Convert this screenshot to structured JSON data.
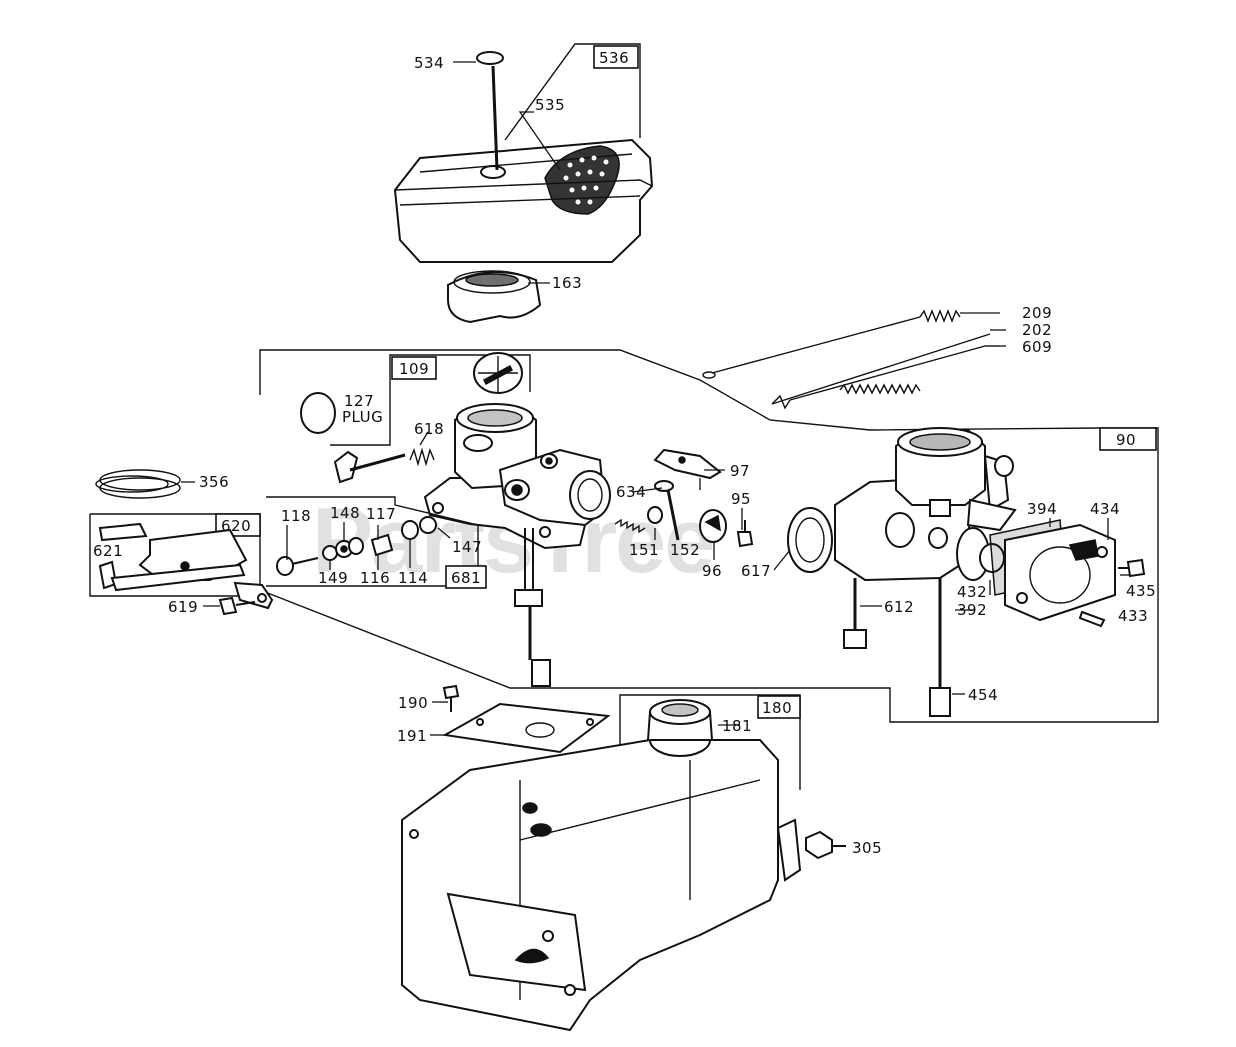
{
  "watermark": "PartsTree",
  "labels": {
    "l534": "534",
    "l536": "536",
    "l535": "535",
    "l163": "163",
    "l209": "209",
    "l202": "202",
    "l609": "609",
    "l109": "109",
    "l127": "127",
    "plug": "PLUG",
    "l618": "618",
    "l90": "90",
    "l356": "356",
    "l97": "97",
    "l634": "634",
    "l95": "95",
    "l394": "394",
    "l434": "434",
    "l620": "620",
    "l621": "621",
    "l118": "118",
    "l148": "148",
    "l117": "117",
    "l147": "147",
    "l149": "149",
    "l116": "116",
    "l114": "114",
    "l681": "681",
    "l151": "151",
    "l152": "152",
    "l96": "96",
    "l617": "617",
    "l432": "432",
    "l435": "435",
    "l392": "392",
    "l433": "433",
    "l612": "612",
    "l619": "619",
    "l454": "454",
    "l190": "190",
    "l191": "191",
    "l180": "180",
    "l181": "181",
    "l305": "305"
  }
}
